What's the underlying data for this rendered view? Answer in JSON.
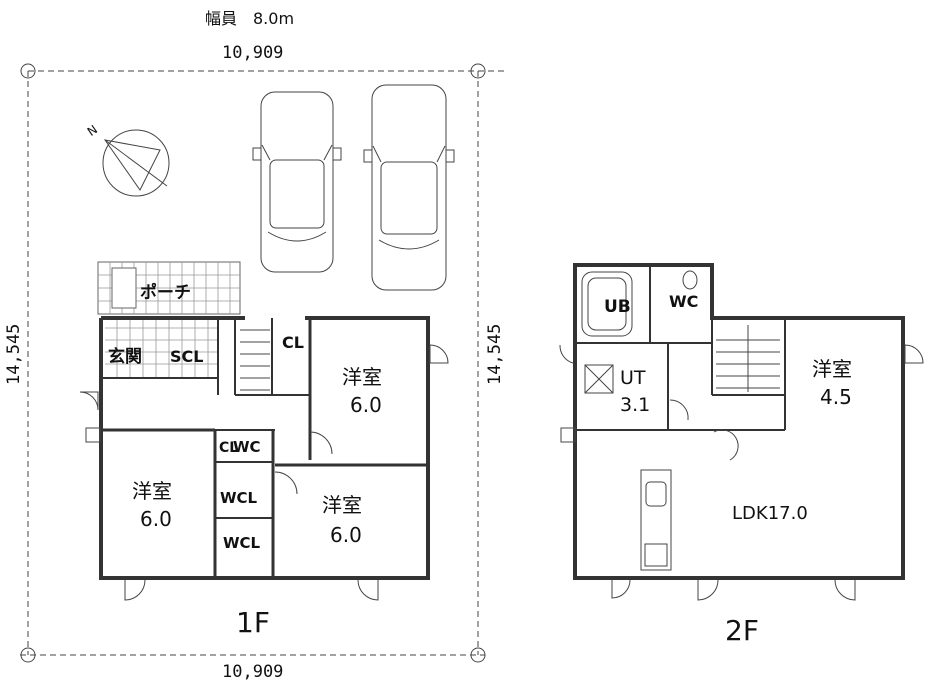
{
  "road": {
    "width_label": "幅員　8.0m"
  },
  "site": {
    "width_top": "10,909",
    "width_bottom": "10,909",
    "depth_left": "14,545",
    "depth_right": "14,545"
  },
  "floor1": {
    "title": "1F",
    "rooms": {
      "porch": "ポーチ",
      "entrance": "玄関",
      "scl": "SCL",
      "cl": "CL",
      "room_ne_name": "洋室",
      "room_ne_size": "6.0",
      "room_sw_name": "洋室",
      "room_sw_size": "6.0",
      "room_se_name": "洋室",
      "room_se_size": "6.0",
      "cl_small": "CL",
      "wc": "WC",
      "wcl1": "WCL",
      "wcl2": "WCL"
    }
  },
  "floor2": {
    "title": "2F",
    "rooms": {
      "ub": "UB",
      "wc": "WC",
      "ut_name": "UT",
      "ut_size": "3.1",
      "room_name": "洋室",
      "room_size": "4.5",
      "ldk": "LDK17.0"
    }
  }
}
